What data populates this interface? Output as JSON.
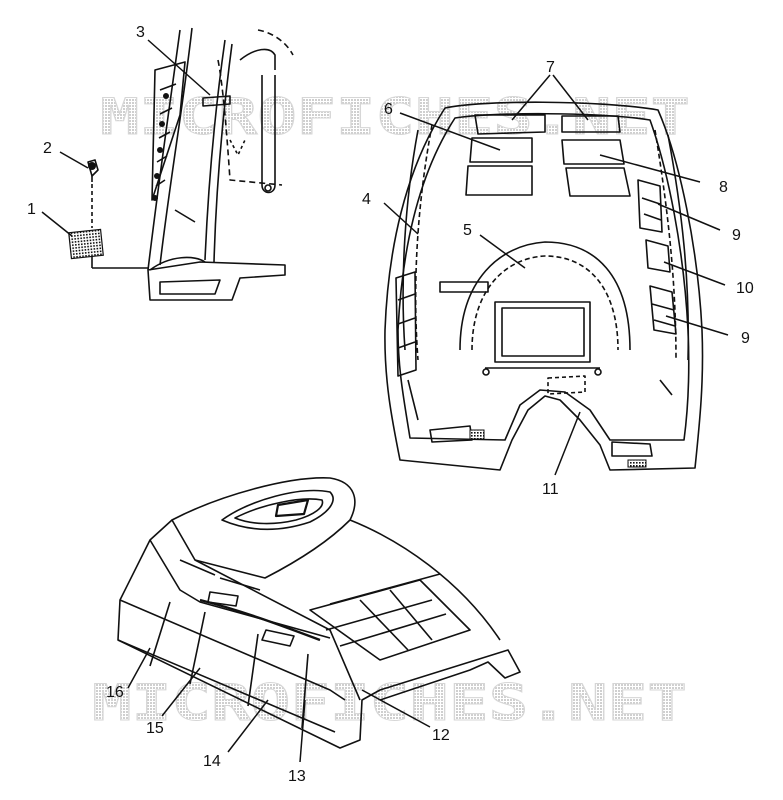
{
  "watermarks": [
    "MICROFICHES.NET",
    "MICROFICHES.NET"
  ],
  "callouts": {
    "c1": "1",
    "c2": "2",
    "c3": "3",
    "c4": "4",
    "c5": "5",
    "c6": "6",
    "c7": "7",
    "c8": "8",
    "c9a": "9",
    "c10": "10",
    "c9b": "9",
    "c11": "11",
    "c12": "12",
    "c13": "13",
    "c14": "14",
    "c15": "15",
    "c16": "16"
  },
  "colors": {
    "ink": "#111111",
    "watermark": "#d0d0d0"
  }
}
